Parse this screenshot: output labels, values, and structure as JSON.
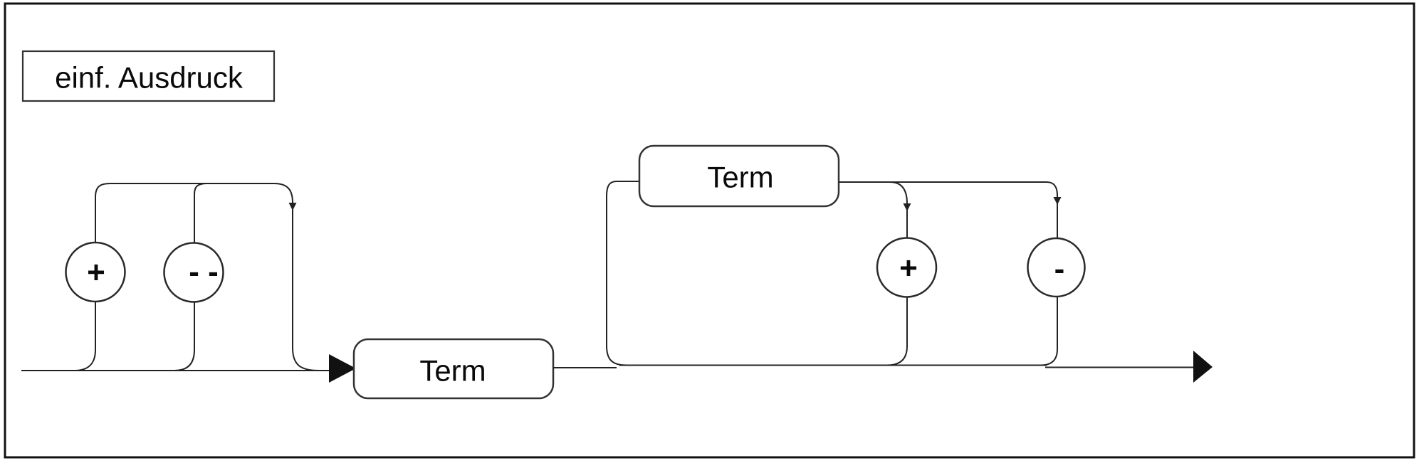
{
  "syntax_diagram": {
    "title": "einf. Ausdruck",
    "prefix_branch": {
      "plus": "+",
      "double_minus": "- -"
    },
    "main_term": "Term",
    "loop_branch": {
      "term": "Term",
      "plus": "+",
      "minus": "-"
    }
  },
  "colors": {
    "background": "#ffffff",
    "line": "#222222",
    "node_border": "#333333",
    "arrow_fill": "#111111"
  }
}
